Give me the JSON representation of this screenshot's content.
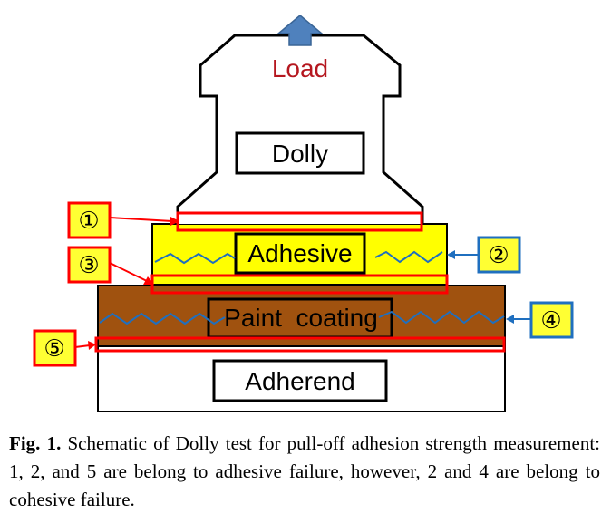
{
  "diagram": {
    "load_label": "Load",
    "dolly_label": "Dolly",
    "adhesive_label": "Adhesive",
    "paint_label": "Paint  coating",
    "adherend_label": "Adherend",
    "markers": {
      "m1": "①",
      "m2": "②",
      "m3": "③",
      "m4": "④",
      "m5": "⑤"
    },
    "colors": {
      "load_text": "#b5171f",
      "arrow_fill": "#4f81bd",
      "adhesive_fill": "#ffff00",
      "paint_fill": "#a0520f",
      "interface_red": "#ff0000",
      "wave_blue": "#1f6fbf",
      "callout_fill": "#ffff33"
    }
  },
  "caption": {
    "label": "Fig. 1.",
    "text": "Schematic of Dolly test for pull-off adhesion strength measurement: 1, 2, and 5 are belong to adhesive failure, however, 2 and 4 are belong to cohesive failure."
  }
}
